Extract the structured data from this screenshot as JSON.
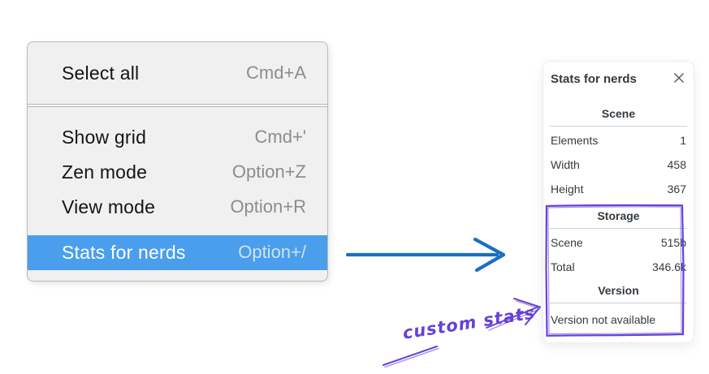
{
  "context_menu": {
    "sections": [
      {
        "items": [
          {
            "label": "Select all",
            "shortcut": "Cmd+A",
            "highlighted": false
          }
        ]
      },
      {
        "items": [
          {
            "label": "Show grid",
            "shortcut": "Cmd+'",
            "highlighted": false
          },
          {
            "label": "Zen mode",
            "shortcut": "Option+Z",
            "highlighted": false
          },
          {
            "label": "View mode",
            "shortcut": "Option+R",
            "highlighted": false
          },
          {
            "label": "Stats for nerds",
            "shortcut": "Option+/",
            "highlighted": true
          }
        ]
      }
    ],
    "highlight_color": "#4a9eec"
  },
  "stats_panel": {
    "title": "Stats for nerds",
    "icons": {
      "close": "close-icon"
    },
    "sections": [
      {
        "heading": "Scene",
        "rows": [
          {
            "label": "Elements",
            "value": "1"
          },
          {
            "label": "Width",
            "value": "458"
          },
          {
            "label": "Height",
            "value": "367"
          }
        ]
      },
      {
        "heading": "Storage",
        "rows": [
          {
            "label": "Scene",
            "value": "515b"
          },
          {
            "label": "Total",
            "value": "346.6k"
          }
        ]
      },
      {
        "heading": "Version",
        "note": "Version not available"
      }
    ]
  },
  "annotations": {
    "label": "custom stats",
    "pointer_arrow_color": "#1b6fc1",
    "highlight_color": "#6741d9"
  }
}
